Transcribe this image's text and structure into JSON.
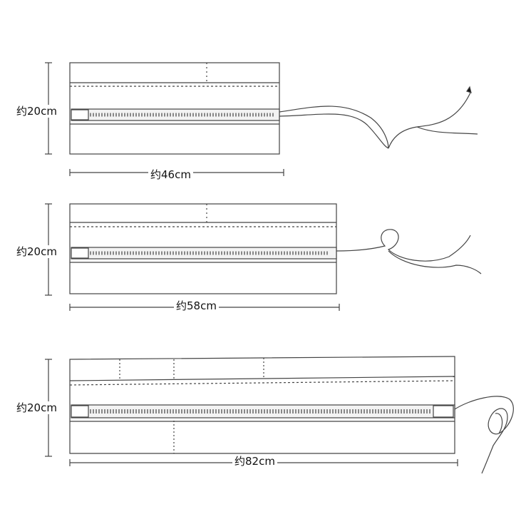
{
  "diagram": {
    "items": [
      {
        "height_label": "约20cm",
        "width_label": "约46cm"
      },
      {
        "height_label": "约20cm",
        "width_label": "约58cm"
      },
      {
        "height_label": "约20cm",
        "width_label": "约82cm"
      }
    ],
    "colors": {
      "ink": "#111111",
      "stroke": "#444444",
      "paper": "#ffffff",
      "band": "#f3f3f3"
    }
  }
}
